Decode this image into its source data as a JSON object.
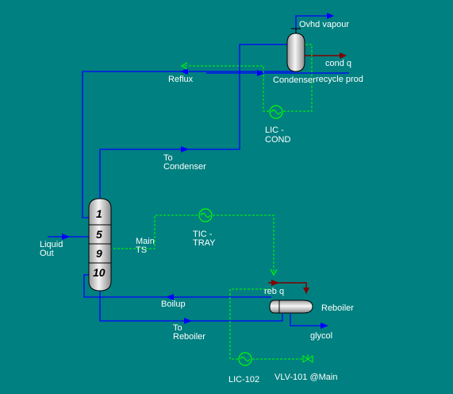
{
  "colors": {
    "background": "#008080",
    "material_stream": "#0000ff",
    "energy_stream": "#800000",
    "signal": "#00ff00",
    "equipment_light": "#f4f4f4",
    "equipment_dark": "#9a9a9a",
    "label_text": "#ffffff",
    "tray_text": "#000000"
  },
  "labels": {
    "ovhd_vapour": "Ovhd vapour",
    "cond_q": "cond q",
    "condenser": "Condenser",
    "recycle_prod": "recycle prod",
    "reflux": "Reflux",
    "lic_cond_line1": "LIC -",
    "lic_cond_line2": "COND",
    "to_condenser_line1": "To",
    "to_condenser_line2": "Condenser",
    "liquid_out_line1": "Liquid",
    "liquid_out_line2": "Out",
    "main_ts_line1": "Main",
    "main_ts_line2": "TS",
    "tic_tray_line1": "TIC -",
    "tic_tray_line2": "TRAY",
    "reb_q": "reb q",
    "reboiler": "Reboiler",
    "boilup": "Boilup",
    "to_reboiler_line1": "To",
    "to_reboiler_line2": "Reboiler",
    "glycol": "glycol",
    "lic_102": "LIC-102",
    "vlv_101": "VLV-101 @Main"
  },
  "column": {
    "trays": [
      "1",
      "5",
      "9",
      "10"
    ]
  },
  "icons": {
    "column": "distillation-column-icon",
    "condenser": "condenser-drum-icon",
    "reboiler": "reboiler-icon",
    "controller": "controller-icon",
    "valve": "valve-icon",
    "stream_arrow": "stream-arrow-icon"
  }
}
